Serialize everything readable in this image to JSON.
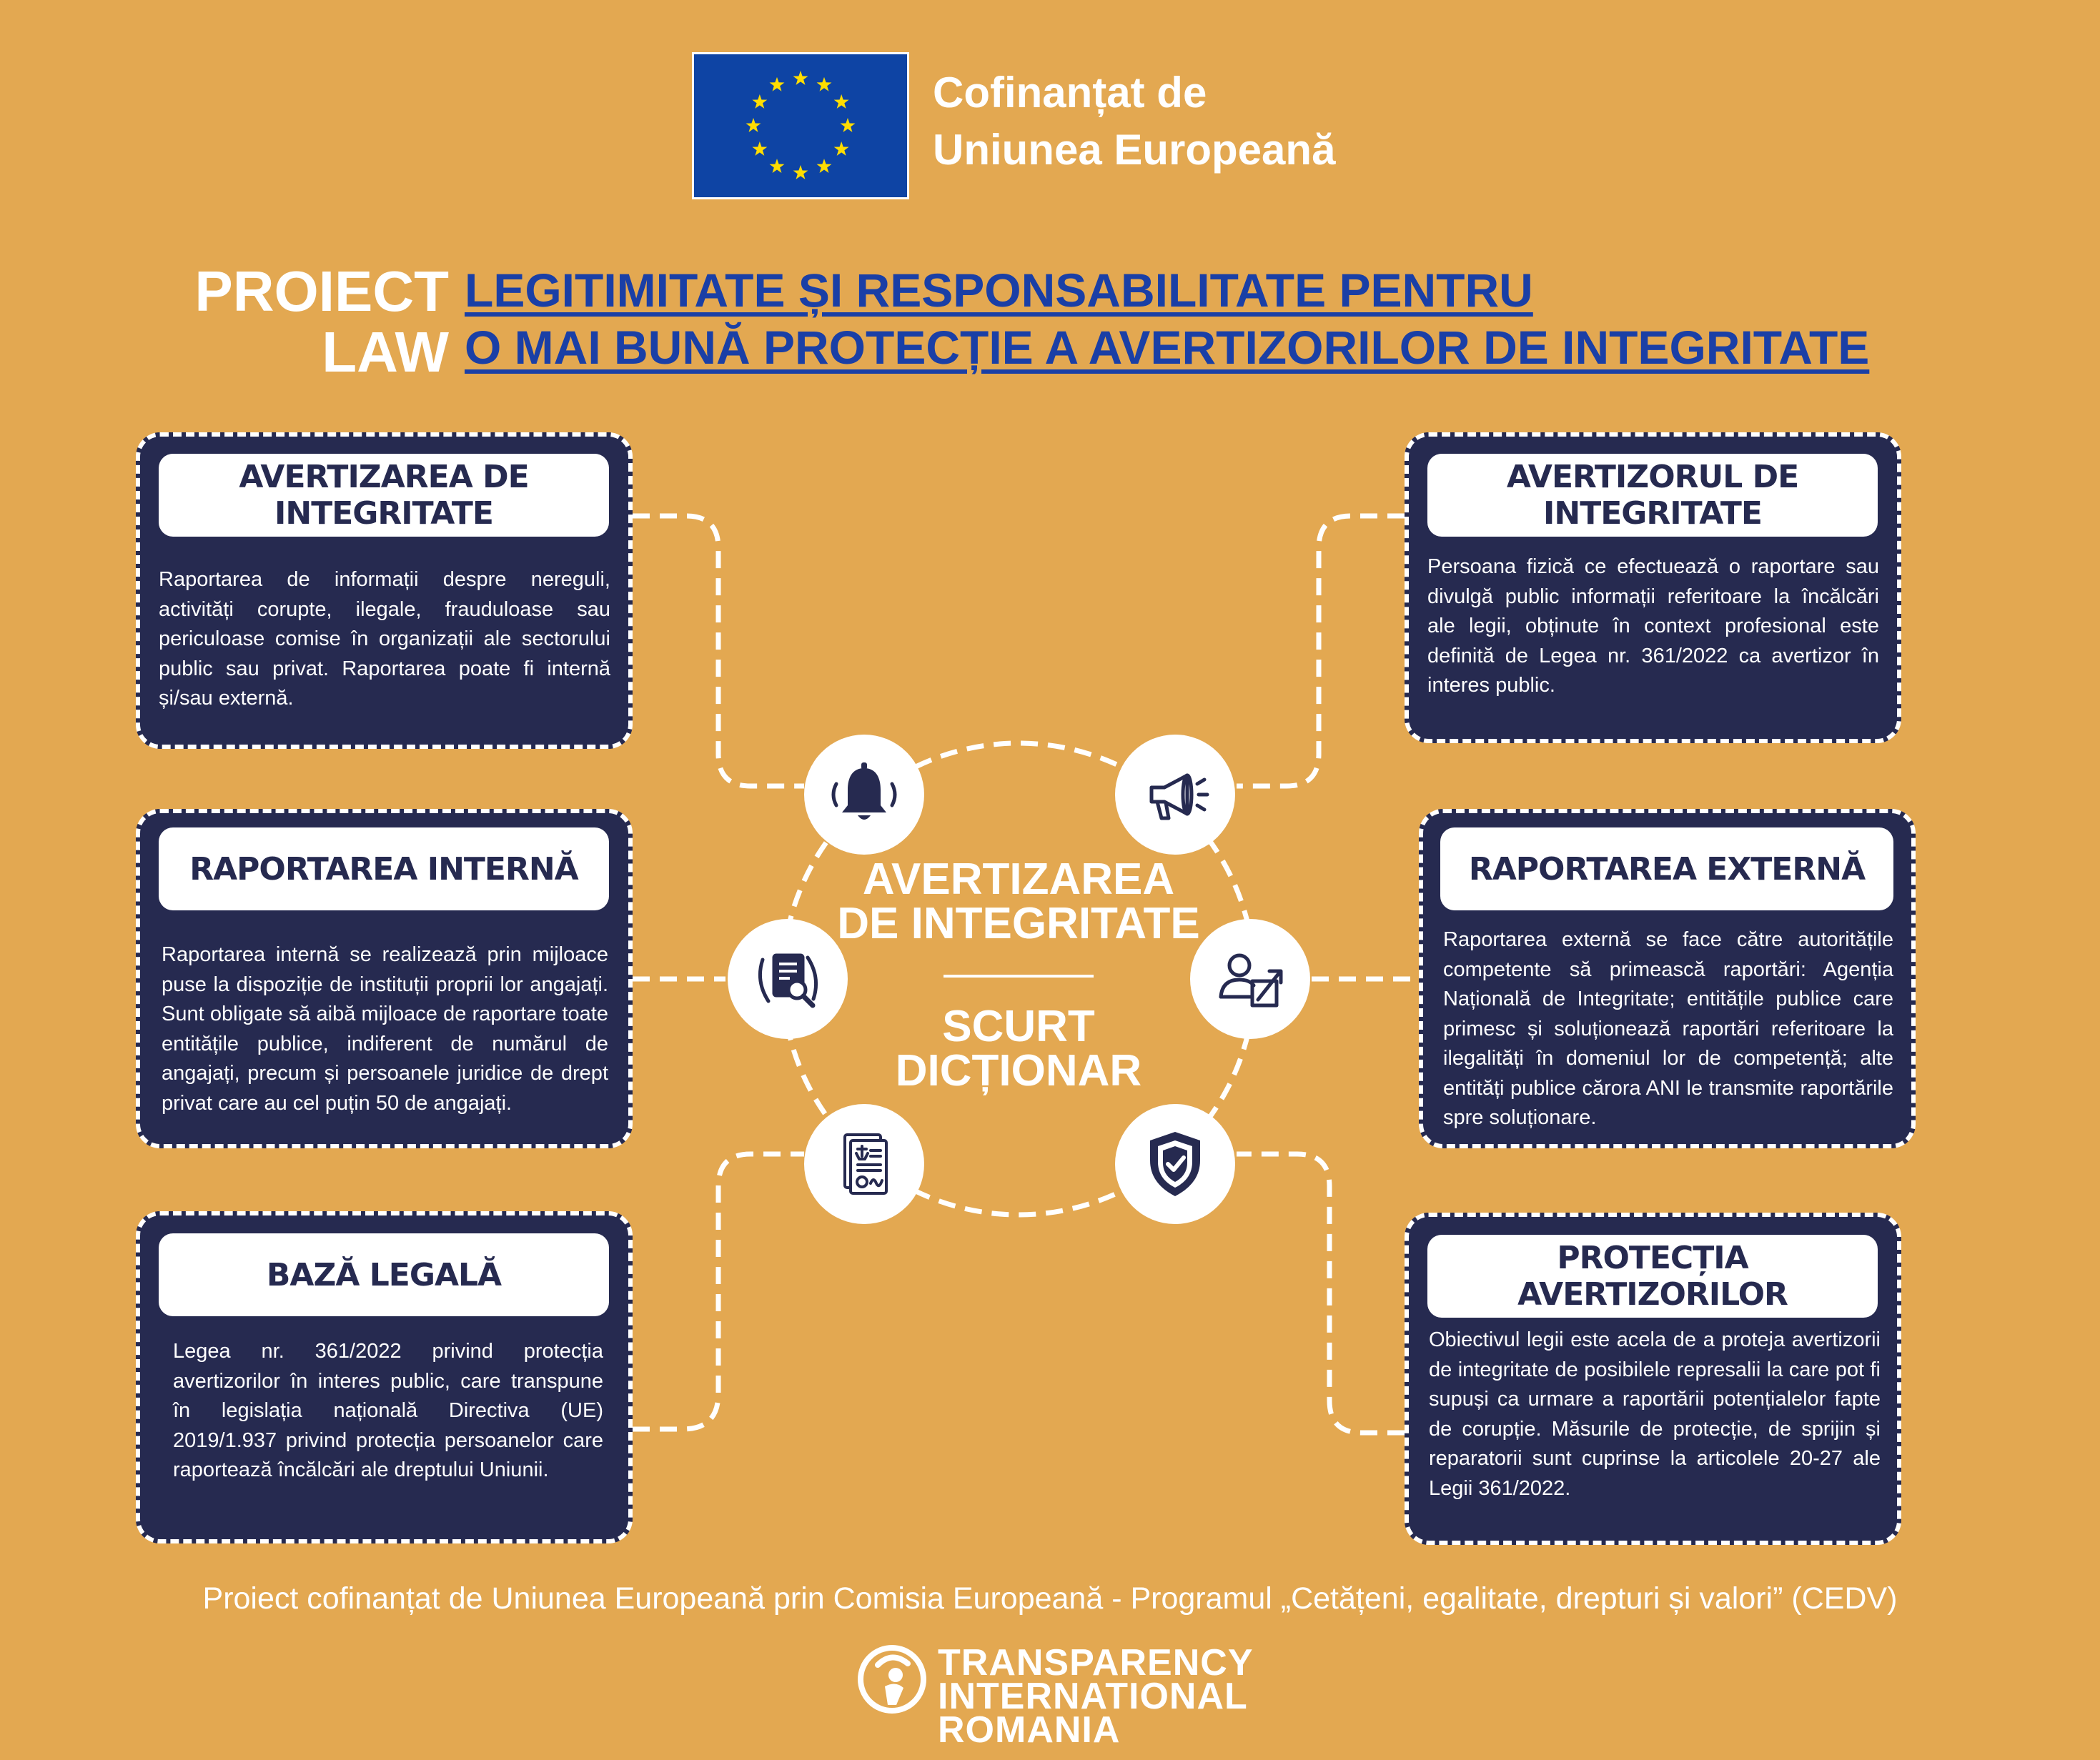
{
  "header": {
    "cofinanced_line1": "Cofinanțat de",
    "cofinanced_line2": "Uniunea Europeană"
  },
  "project": {
    "label_line1": "PROIECT",
    "label_line2": "LAW",
    "title_line1": "LEGITIMITATE ȘI RESPONSABILITATE PENTRU ",
    "title_line2": "O MAI BUNĂ PROTECȚIE A AVERTIZORILOR DE INTEGRITATE"
  },
  "center": {
    "title_line1": "AVERTIZAREA",
    "title_line2": "DE INTEGRITATE",
    "subtitle_line1": "SCURT",
    "subtitle_line2": "DICȚIONAR"
  },
  "cards": {
    "avertizarea": {
      "title": "AVERTIZAREA DE INTEGRITATE",
      "text": "Raportarea de informații despre nereguli, activități corupte, ilegale, frauduloase sau periculoase comise în organizații ale sectorului public sau privat. Raportarea poate fi internă și/sau externă."
    },
    "avertizorul": {
      "title": "AVERTIZORUL DE INTEGRITATE",
      "text": "Persoana fizică ce efectuează o raportare sau divulgă public informații referitoare la încălcări ale legii, obținute în context profesional este definită de Legea nr. 361/2022 ca avertizor în interes public."
    },
    "interna": {
      "title": "RAPORTAREA INTERNĂ",
      "text": "Raportarea internă se realizează prin mijloace puse la dispoziție de instituții proprii lor angajați. Sunt obligate să aibă mijloace de raportare toate entitățile publice, indiferent de numărul de angajați, precum și persoanele juridice de drept privat care au cel puțin 50 de angajați."
    },
    "externa": {
      "title": "RAPORTAREA EXTERNĂ",
      "text": "Raportarea externă se face către autoritățile competente să primească raportări: Agenția Națională de Integritate; entitățile publice care primesc și soluționează raportări referitoare la ilegalități în domeniul lor de competență; alte entități publice cărora ANI le transmite raportările spre soluționare."
    },
    "baza": {
      "title": "BAZĂ LEGALĂ",
      "text": "Legea nr. 361/2022 privind protecția avertizorilor în interes public, care transpune în legislația națională Directiva (UE) 2019/1.937 privind protecția persoanelor care raportează încălcări ale dreptului Uniunii."
    },
    "protectia": {
      "title": "PROTECȚIA AVERTIZORILOR",
      "text": "Obiectivul legii este acela de a proteja avertizorii de integritate de posibilele represalii la care pot fi supuși ca urmare a raportării potențialelor fapte de corupție. Măsurile de protecție, de sprijin și reparatorii sunt cuprinse la articolele 20-27 ale Legii 361/2022."
    }
  },
  "icons": [
    "bell-icon",
    "megaphone-icon",
    "document-search-icon",
    "user-report-icon",
    "legal-document-icon",
    "shield-check-icon"
  ],
  "footer": {
    "text": "Proiect cofinanțat de Uniunea Europeană prin Comisia Europeană - Programul „Cetățeni, egalitate, drepturi și valori” (CEDV)",
    "org_line1": "TRANSPARENCY",
    "org_line2": "INTERNATIONAL",
    "org_line3": "ROMANIA"
  },
  "colors": {
    "background": "#e3a851",
    "navy": "#262a50",
    "title_blue": "#1a3fa6",
    "eu_blue": "#0e44a4",
    "eu_gold": "#ffdd00",
    "white": "#ffffff"
  }
}
